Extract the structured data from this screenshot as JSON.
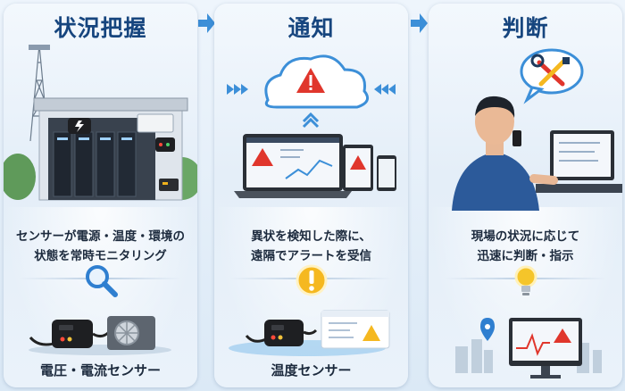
{
  "panels": [
    {
      "title": "状況把握",
      "desc_line1": "センサーが電源・温度・環境の",
      "desc_line2": "状態を常時モニタリング",
      "caption": "電圧・電流センサー"
    },
    {
      "title": "通知",
      "desc_line1": "異状を検知した際に、",
      "desc_line2": "遠隔でアラートを受信",
      "caption": "温度センサー"
    },
    {
      "title": "判断",
      "desc_line1": "現場の状況に応じて",
      "desc_line2": "迅速に判断・指示",
      "caption": ""
    }
  ],
  "colors": {
    "title": "#16457e",
    "accent_arrow": "#3c8fd8",
    "alert_red": "#e0362c",
    "warning_yellow": "#f5b820"
  },
  "icons": {
    "panel1_mid": "magnifier-icon",
    "panel2_mid": "warning-icon",
    "panel3_mid": "lightbulb-icon",
    "panel3_bubble": "tools-icon"
  }
}
